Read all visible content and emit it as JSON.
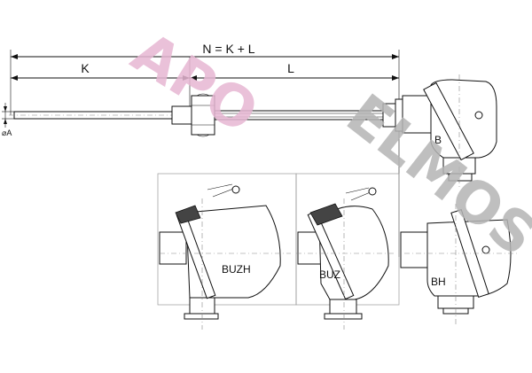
{
  "dimensions": {
    "total_label": "N = K + L",
    "k_label": "K",
    "l_label": "L",
    "diameter_label": "⌀A"
  },
  "heads": {
    "b": "B",
    "buzh": "BUZH",
    "buz": "BUZ",
    "bh": "BH"
  },
  "watermark": {
    "part1": "APO",
    "part2": "ELMOS"
  }
}
